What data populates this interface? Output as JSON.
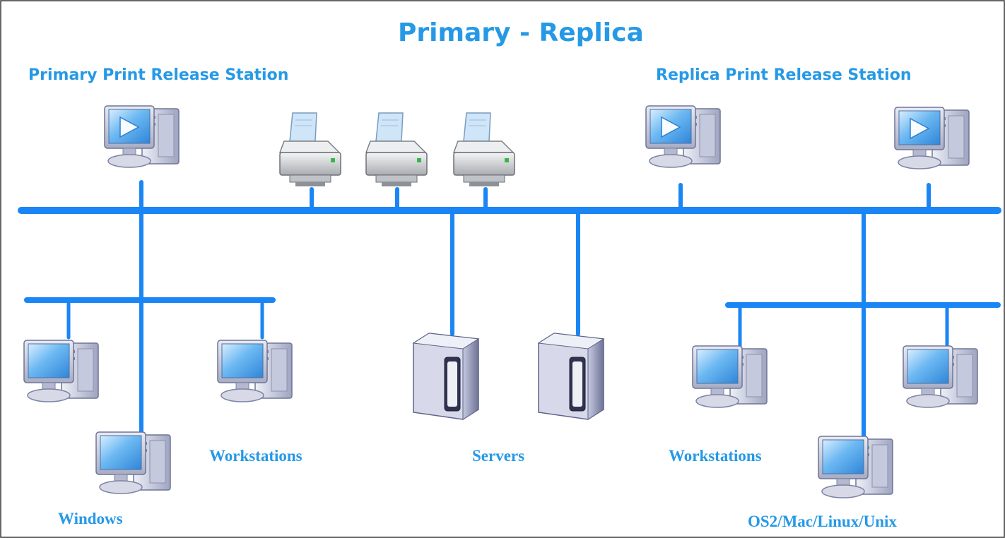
{
  "diagram": {
    "title": "Primary - Replica",
    "labels": {
      "primary_station": "Primary Print Release Station",
      "replica_station": "Replica Print Release Station",
      "workstations_left": "Workstations",
      "workstations_right": "Workstations",
      "servers": "Servers",
      "windows": "Windows",
      "os_other": "OS2/Mac/Linux/Unix"
    },
    "colors": {
      "network_line": "#1a86f5",
      "label_text": "#2699e6",
      "monitor_screen": "#4ea8ee",
      "tower_body": "#b9bdd6",
      "printer_body": "#d4d6d9",
      "printer_paper": "#c9e2f7"
    },
    "icons": {
      "station": "station-computer-icon",
      "workstation": "workstation-computer-icon",
      "printer": "printer-icon",
      "server": "server-tower-icon"
    }
  }
}
